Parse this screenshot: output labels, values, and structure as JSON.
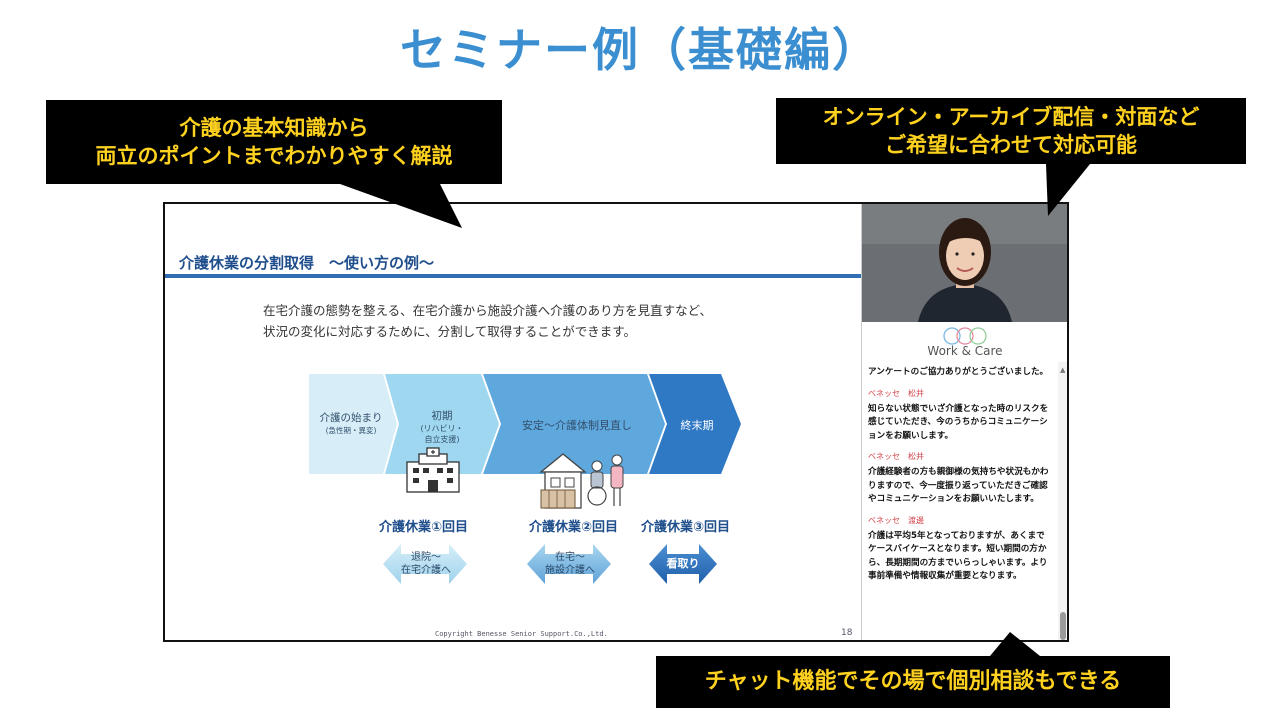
{
  "page": {
    "title": "セミナー例（基礎編）"
  },
  "callouts": {
    "left_lines": [
      "介護の基本知識から",
      "両立のポイントまでわかりやすく解説"
    ],
    "right_lines": [
      "オンライン・アーカイブ配信・対面など",
      "ご希望に合わせて対応可能"
    ],
    "bottom": "チャット機能でその場で個別相談もできる"
  },
  "slide": {
    "heading": "介護休業の分割取得　～使い方の例～",
    "body_lines": [
      "在宅介護の態勢を整える、在宅介護から施設介護へ介護のあり方を見直すなど、",
      "状況の変化に対応するために、分割して取得することができます。"
    ],
    "stages": [
      {
        "title": "介護の始まり",
        "sub": "(急性期・異変)"
      },
      {
        "title": "初期",
        "sub_lines": [
          "(リハビリ・",
          "自立支援)"
        ]
      },
      {
        "title": "安定～介護体制見直し"
      },
      {
        "title": "終末期"
      }
    ],
    "leaves": [
      {
        "label": "介護休業①回目",
        "arrow_lines": [
          "退院～",
          "在宅介護へ"
        ]
      },
      {
        "label": "介護休業②回目",
        "arrow_lines": [
          "在宅～",
          "施設介護へ"
        ]
      },
      {
        "label": "介護休業③回目",
        "arrow_lines": [
          "看取り"
        ]
      }
    ],
    "copyright": "Copyright Benesse  Senior  Support.Co.,Ltd.",
    "page_number": "18"
  },
  "sidebar": {
    "logo_text": "Work & Care",
    "chat": [
      {
        "author": "",
        "text": "アンケートのご協力ありがとうございました。"
      },
      {
        "author": "ベネッセ　松井",
        "text": "知らない状態でいざ介護となった時のリスクを感じていただき、今のうちからコミュニケーションをお願いします。"
      },
      {
        "author": "ベネッセ　松井",
        "text": "介護経験者の方も親御様の気持ちや状況もかわりますので、今一度振り返っていただきご確認やコミュニケーションをお願いいたします。"
      },
      {
        "author": "ベネッセ　渡邊",
        "text": "介護は平均5年となっておりますが、あくまでケースバイケースとなります。短い期間の方から、長期期間の方までいらっしゃいます。より事前準備や情報収集が重要となります。"
      }
    ]
  },
  "colors": {
    "title_blue": "#3b8fd0",
    "callout_yellow": "#ffd21f",
    "stage1": "#d7eef8",
    "stage2": "#9fd6f0",
    "stage3": "#5fa8dd",
    "stage4": "#2f78c4",
    "chat_author_red": "#d2434a"
  },
  "icons": {
    "hospital": "hospital-building-icon",
    "house": "house-with-people-icon",
    "logo": "work-and-care-logo-icon"
  }
}
